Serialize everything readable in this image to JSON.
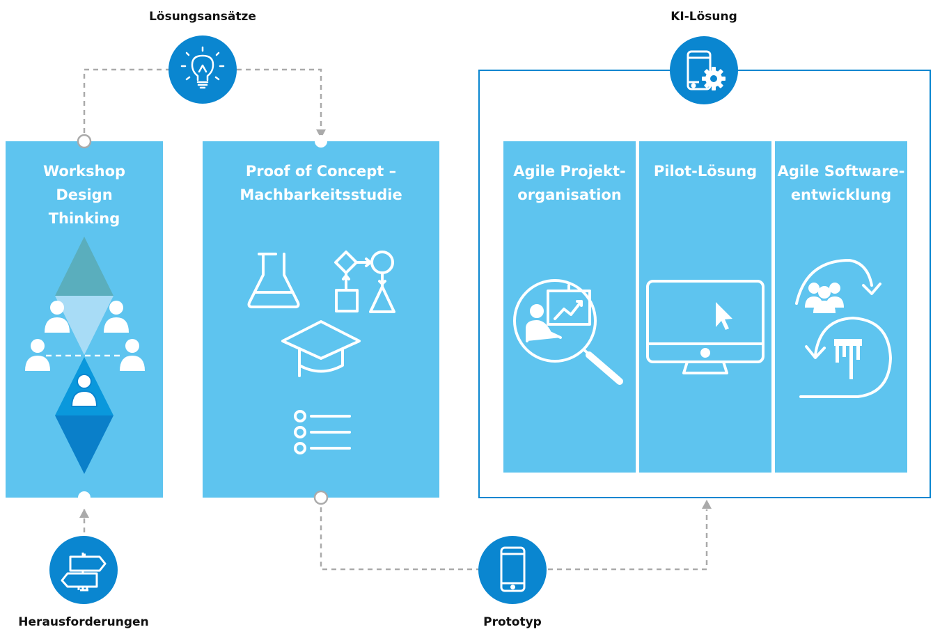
{
  "nodes": {
    "challenges": {
      "label": "Herausforderungen",
      "icon": "signpost-icon"
    },
    "approaches": {
      "label": "Lösungsansätze",
      "icon": "lightbulb-icon"
    },
    "prototype": {
      "label": "Prototyp",
      "icon": "smartphone-icon"
    },
    "ai_solution": {
      "label": "KI-Lösung",
      "icon": "phone-gear-icon"
    }
  },
  "panels": {
    "workshop": {
      "title": [
        "Workshop",
        "Design",
        "Thinking"
      ]
    },
    "poc": {
      "title": [
        "Proof of Concept –",
        "Machbarkeitsstudie"
      ],
      "icons": [
        "flask-icon",
        "flowchart-icon",
        "graduation-cap-icon",
        "checklist-icon"
      ]
    },
    "agile_org": {
      "title": [
        "Agile Projekt-",
        "organisation"
      ],
      "icon": "presentation-magnifier-icon"
    },
    "pilot": {
      "title": [
        "Pilot-Lösung"
      ],
      "icon": "monitor-cursor-icon"
    },
    "agile_dev": {
      "title": [
        "Agile Software-",
        "entwicklung"
      ],
      "icon": "team-cycle-icon"
    }
  },
  "colors": {
    "panel": "#5ec4ef",
    "badge": "#0a86d0",
    "connector": "#aaaaaa",
    "frame": "#0a86d0",
    "teal_triangle": "#5aaebd",
    "light_triangle": "#a8dcf6",
    "mid_diamond": "#0a98dc",
    "dark_diamond": "#0a7fc9"
  }
}
